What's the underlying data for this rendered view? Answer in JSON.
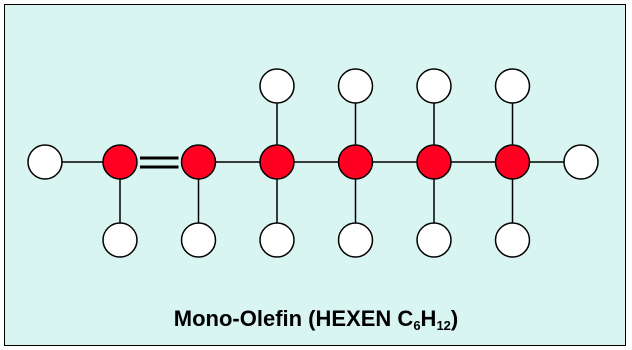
{
  "colors": {
    "background": "#d9f5f2",
    "carbon": "#ff0022",
    "hydrogen": "#ffffff",
    "stroke": "#000000"
  },
  "molecule": {
    "carbon_count": 6,
    "hydrogen_count": 12,
    "double_bond_after_carbon": 1
  },
  "caption": {
    "prefix": "Mono-Olefin (HEXEN C",
    "sub1": "6",
    "mid": "H",
    "sub2": "12",
    "suffix": ")"
  }
}
